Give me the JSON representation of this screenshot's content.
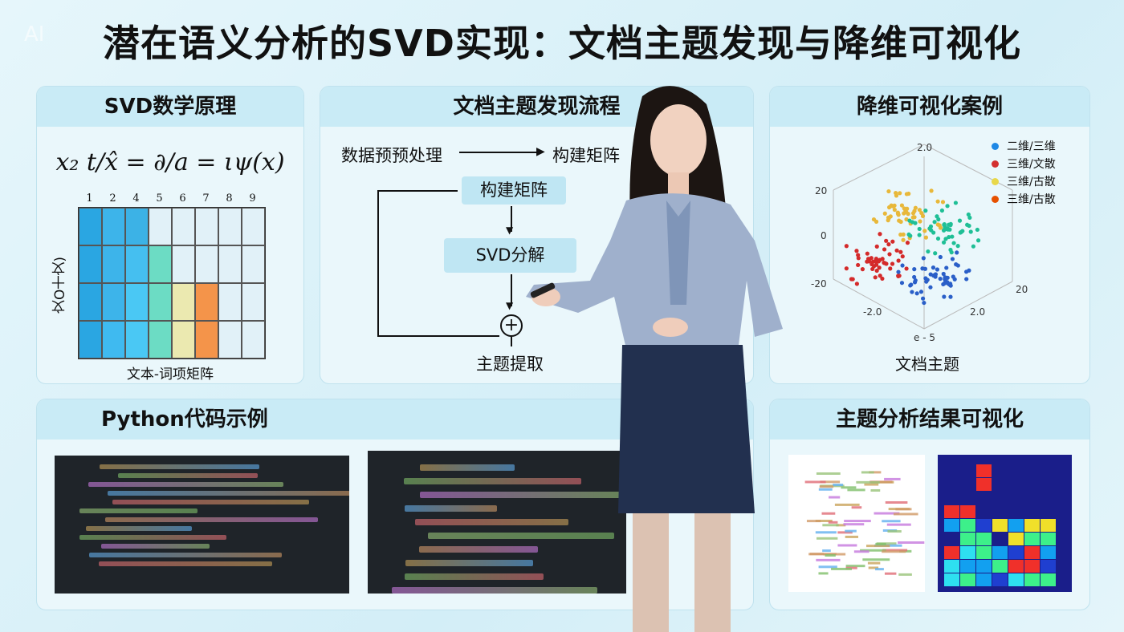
{
  "title": "潜在语义分析的SVD实现：文档主题发现与降维可视化",
  "watermark": "AI",
  "panels": {
    "math": {
      "title": "SVD数学原理",
      "formula": "x₂ t/x̂ = ∂/a = ιψ(x)",
      "columns": [
        "1",
        "2",
        "4",
        "5",
        "6",
        "7",
        "8",
        "9"
      ],
      "row_label": "文O十文)",
      "caption": "文本-词项矩阵",
      "matrix_colors": [
        [
          "#2aa6e2",
          "#3db4ea",
          "#3cb2e6",
          "#e1f1f8",
          "#e1f1f8",
          "#e1f1f8",
          "#e1f1f8",
          "#e1f1f8"
        ],
        [
          "#2aa6e2",
          "#3db4ea",
          "#45bff0",
          "#6cdcc4",
          "#e1f1f8",
          "#e1f1f8",
          "#e1f1f8",
          "#e1f1f8"
        ],
        [
          "#2aa6e2",
          "#3db4ea",
          "#4ac8f4",
          "#6cdcc4",
          "#ebe9b0",
          "#f4944a",
          "#e1f1f8",
          "#e1f1f8"
        ],
        [
          "#2aa6e2",
          "#3fbaf0",
          "#4ac8f4",
          "#6cdcc4",
          "#ebe9b0",
          "#f4944a",
          "#e1f1f8",
          "#e1f1f8"
        ]
      ]
    },
    "flow": {
      "title": "文档主题发现流程",
      "step_preprocess": "数据预预处理",
      "step_build_right": "构建矩阵",
      "step_build": "构建矩阵",
      "step_svd": "SVD分解",
      "step_extract": "主题提取",
      "plus": "+"
    },
    "viz": {
      "title": "降维可视化案例",
      "legend": [
        {
          "label": "二维/三维",
          "color": "#1e88e5"
        },
        {
          "label": "三维/文散",
          "color": "#d32f2f"
        },
        {
          "label": "三维/古散",
          "color": "#e8d84a"
        },
        {
          "label": "三维/古散",
          "color": "#e65100"
        }
      ],
      "ticks": {
        "top": "2.0",
        "left_top": "20",
        "left_mid": "0",
        "left_bottom": "-20",
        "right": "20",
        "bottom_left": "-2.0",
        "bottom_right": "2.0",
        "bottom": "e - 5"
      },
      "caption": "文档主题",
      "cluster_colors": [
        "#e8b83a",
        "#1fbf96",
        "#d42a2a",
        "#2a5fc8"
      ]
    },
    "code": {
      "title": "Python代码示例"
    },
    "results": {
      "title": "主题分析结果可视化"
    }
  },
  "colors": {
    "panel_header": "#c9ebf6",
    "code_bg": "#1f2429"
  }
}
